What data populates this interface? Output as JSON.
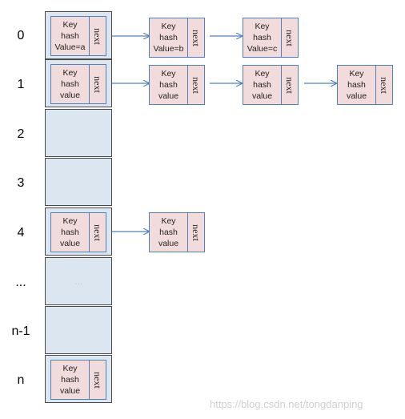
{
  "indices": [
    "0",
    "1",
    "2",
    "3",
    "4",
    "...",
    "n-1",
    "n"
  ],
  "bucket_ellipsis": "...",
  "node_next": "next",
  "rows": [
    {
      "bucket": [
        "Key",
        "hash",
        "Value=a"
      ],
      "chain": [
        [
          "Key",
          "hash",
          "Value=b"
        ],
        [
          "Key",
          "hash",
          "Value=c"
        ]
      ]
    },
    {
      "bucket": [
        "Key",
        "hash",
        "value"
      ],
      "chain": [
        [
          "Key",
          "hash",
          "value"
        ],
        [
          "Key",
          "hash",
          "value"
        ],
        [
          "Key",
          "hash",
          "value"
        ]
      ]
    },
    {
      "bucket": null,
      "chain": []
    },
    {
      "bucket": null,
      "chain": []
    },
    {
      "bucket": [
        "Key",
        "hash",
        "value"
      ],
      "chain": [
        [
          "Key",
          "hash",
          "value"
        ]
      ]
    },
    {
      "bucket": null,
      "chain": []
    },
    {
      "bucket": null,
      "chain": []
    },
    {
      "bucket": [
        "Key",
        "hash",
        "value"
      ],
      "chain": []
    }
  ],
  "watermark": "https://blog.csdn.net/tongdanping",
  "colors": {
    "bucket_fill": "#dce6f1",
    "node_fill": "#f2dcdb",
    "node_border": "#4f81bd",
    "arrow": "#4f81bd"
  }
}
